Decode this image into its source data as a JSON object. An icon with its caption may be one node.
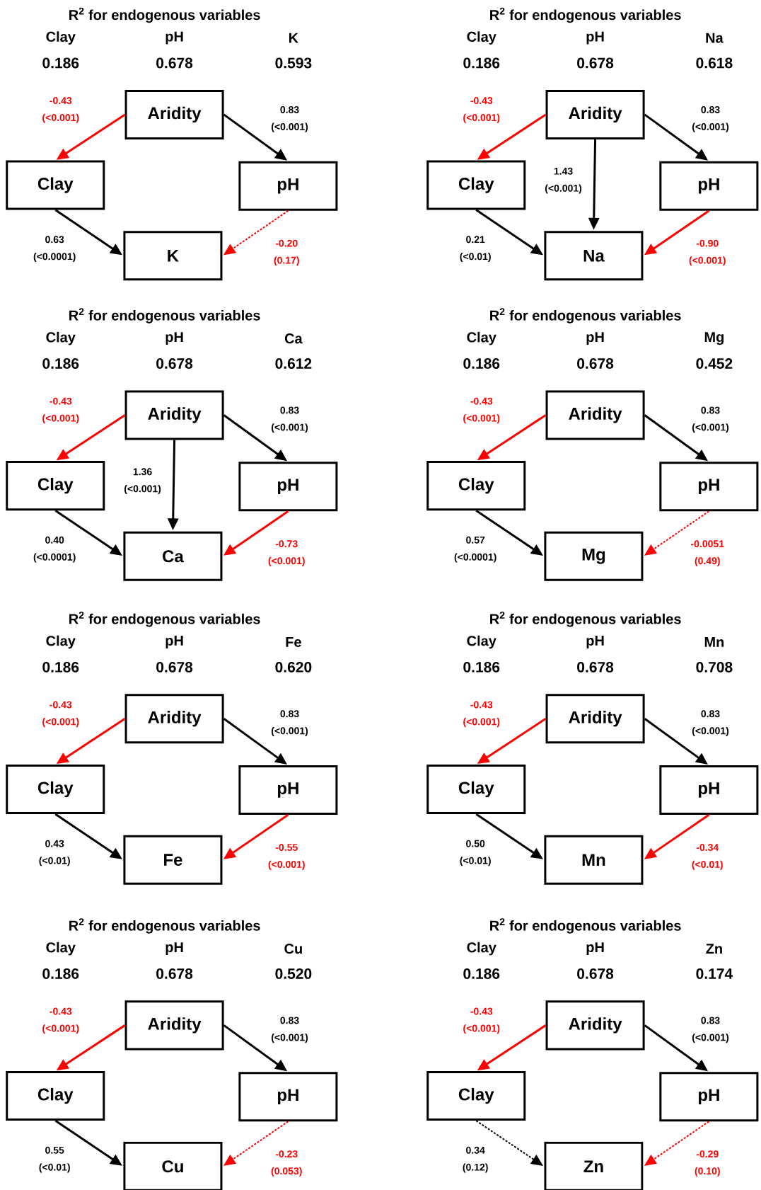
{
  "diagram": {
    "nodes": [
      {
        "text": [
          "Aridity"
        ]
      },
      {
        "text": [
          "Clay"
        ]
      },
      {
        "text": [
          "pH"
        ]
      },
      {
        "text": [
          "K"
        ]
      },
      {
        "text": [
          "Aridity"
        ]
      },
      {
        "text": [
          "Clay"
        ]
      },
      {
        "text": [
          "pH"
        ]
      },
      {
        "text": [
          "Na"
        ]
      },
      {
        "text": [
          "Aridity"
        ]
      },
      {
        "text": [
          "Clay"
        ]
      },
      {
        "text": [
          "pH"
        ]
      },
      {
        "text": [
          "Ca"
        ]
      },
      {
        "text": [
          "Aridity"
        ]
      },
      {
        "text": [
          "Clay"
        ]
      },
      {
        "text": [
          "pH"
        ]
      },
      {
        "text": [
          "Mg"
        ]
      },
      {
        "text": [
          "Aridity"
        ]
      },
      {
        "text": [
          "Clay"
        ]
      },
      {
        "text": [
          "pH"
        ]
      },
      {
        "text": [
          "Fe"
        ]
      },
      {
        "text": [
          "Aridity"
        ]
      },
      {
        "text": [
          "Clay"
        ]
      },
      {
        "text": [
          "pH"
        ]
      },
      {
        "text": [
          "Mn"
        ]
      },
      {
        "text": [
          "Aridity"
        ]
      },
      {
        "text": [
          "Clay"
        ]
      },
      {
        "text": [
          "pH"
        ]
      },
      {
        "text": [
          "Cu"
        ]
      },
      {
        "text": [
          "Aridity"
        ]
      },
      {
        "text": [
          "Clay"
        ]
      },
      {
        "text": [
          "pH"
        ]
      },
      {
        "text": [
          "Zn"
        ]
      }
    ],
    "edges": [
      {
        "from": 0,
        "to": 1,
        "arrow": "to",
        "label": "-0.43 (<0.001)",
        "color": "#ff0000"
      },
      {
        "from": 0,
        "to": 2,
        "arrow": "to",
        "label": "0.83 (<0.001)"
      },
      {
        "from": 1,
        "to": 3,
        "arrow": "to",
        "label": "0.63 (<0.0001)"
      },
      {
        "from": 2,
        "to": 3,
        "arrow": "to",
        "label": "-0.20 (0.17)",
        "color": "#ff0000",
        "style": "dashed"
      },
      {
        "from": 4,
        "to": 5,
        "arrow": "to",
        "label": "-0.43 (<0.001)",
        "color": "#ff0000"
      },
      {
        "from": 4,
        "to": 6,
        "arrow": "to",
        "label": "0.83 (<0.001)"
      },
      {
        "from": 4,
        "to": 7,
        "arrow": "to",
        "label": "1.43 (<0.001)"
      },
      {
        "from": 5,
        "to": 7,
        "arrow": "to",
        "label": "0.21 (<0.01)"
      },
      {
        "from": 6,
        "to": 7,
        "arrow": "to",
        "label": "-0.90 (<0.001)",
        "color": "#ff0000"
      },
      {
        "from": 8,
        "to": 9,
        "arrow": "to",
        "label": "-0.43 (<0.001)",
        "color": "#ff0000"
      },
      {
        "from": 8,
        "to": 10,
        "arrow": "to",
        "label": "0.83 (<0.001)"
      },
      {
        "from": 8,
        "to": 11,
        "arrow": "to",
        "label": "1.36 (<0.001)"
      },
      {
        "from": 9,
        "to": 11,
        "arrow": "to",
        "label": "0.40 (<0.0001)"
      },
      {
        "from": 10,
        "to": 11,
        "arrow": "to",
        "label": "-0.73 (<0.001)",
        "color": "#ff0000"
      },
      {
        "from": 12,
        "to": 13,
        "arrow": "to",
        "label": "-0.43 (<0.001)",
        "color": "#ff0000"
      },
      {
        "from": 12,
        "to": 14,
        "arrow": "to",
        "label": "0.83 (<0.001)"
      },
      {
        "from": 13,
        "to": 15,
        "arrow": "to",
        "label": "0.57 (<0.0001)"
      },
      {
        "from": 14,
        "to": 15,
        "arrow": "to",
        "label": "-0.0051 (0.49)",
        "color": "#ff0000",
        "style": "dashed"
      },
      {
        "from": 16,
        "to": 17,
        "arrow": "to",
        "label": "-0.43 (<0.001)",
        "color": "#ff0000"
      },
      {
        "from": 16,
        "to": 18,
        "arrow": "to",
        "label": "0.83 (<0.001)"
      },
      {
        "from": 17,
        "to": 19,
        "arrow": "to",
        "label": "0.43 (<0.01)"
      },
      {
        "from": 18,
        "to": 19,
        "arrow": "to",
        "label": "-0.55 (<0.001)",
        "color": "#ff0000"
      },
      {
        "from": 20,
        "to": 21,
        "arrow": "to",
        "label": "-0.43 (<0.001)",
        "color": "#ff0000"
      },
      {
        "from": 20,
        "to": 22,
        "arrow": "to",
        "label": "0.83 (<0.001)"
      },
      {
        "from": 21,
        "to": 23,
        "arrow": "to",
        "label": "0.50 (<0.01)"
      },
      {
        "from": 22,
        "to": 23,
        "arrow": "to",
        "label": "-0.34 (<0.01)",
        "color": "#ff0000"
      },
      {
        "from": 24,
        "to": 25,
        "arrow": "to",
        "label": "-0.43 (<0.001)",
        "color": "#ff0000"
      },
      {
        "from": 24,
        "to": 26,
        "arrow": "to",
        "label": "0.83 (<0.001)"
      },
      {
        "from": 25,
        "to": 27,
        "arrow": "to",
        "label": "0.55 (<0.01)"
      },
      {
        "from": 26,
        "to": 27,
        "arrow": "to",
        "label": "-0.23 (0.053)",
        "color": "#ff0000",
        "style": "dashed"
      },
      {
        "from": 28,
        "to": 29,
        "arrow": "to",
        "label": "-0.43 (<0.001)",
        "color": "#ff0000"
      },
      {
        "from": 28,
        "to": 30,
        "arrow": "to",
        "label": "0.83 (<0.001)"
      },
      {
        "from": 29,
        "to": 31,
        "arrow": "to",
        "label": "0.34 (0.12)",
        "style": "dashed"
      },
      {
        "from": 30,
        "to": 31,
        "arrow": "to",
        "label": "-0.29 (0.10)",
        "color": "#ff0000",
        "style": "dashed"
      }
    ],
    "labels": [
      "R$^{2}$ for endogenous variables",
      "Clay",
      "pH",
      "K",
      "0.186",
      "0.678",
      "0.593",
      "R$^{2}$ for endogenous variables",
      "Clay",
      "pH",
      "Na",
      "0.186",
      "0.678",
      "0.618",
      "R$^{2}$ for endogenous variables",
      "Clay",
      "pH",
      "Ca",
      "0.186",
      "0.678",
      "0.612",
      "R$^{2}$ for endogenous variables",
      "Clay",
      "pH",
      "Mg",
      "0.186",
      "0.678",
      "0.452",
      "R$^{2}$ for endogenous variables",
      "Clay",
      "pH",
      "Fe",
      "0.186",
      "0.678",
      "0.620",
      "R$^{2}$ for endogenous variables",
      "Clay",
      "pH",
      "Mn",
      "0.186",
      "0.678",
      "0.708",
      "R$^{2}$ for endogenous variables",
      "Clay",
      "pH",
      "Cu",
      "0.186",
      "0.678",
      "0.520",
      "R$^{2}$ for endogenous variables",
      "Clay",
      "pH",
      "Zn",
      "0.186",
      "0.678",
      "0.174"
    ]
  }
}
